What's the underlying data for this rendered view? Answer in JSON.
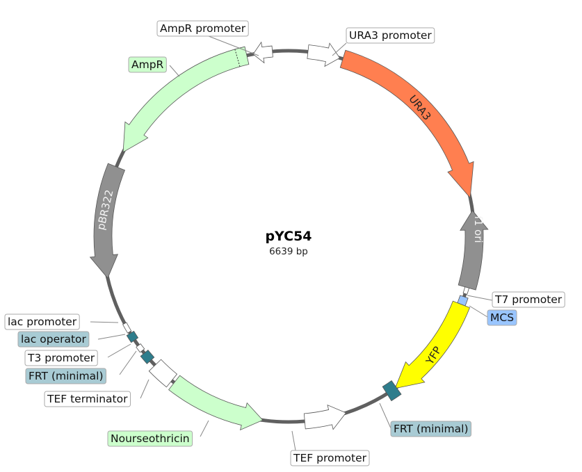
{
  "plasmid": {
    "name": "pYC54",
    "size_label": "6639 bp",
    "backbone_color": "#606060"
  },
  "colors": {
    "orange": "#ff7f50",
    "yellow": "#ffff00",
    "gray": "#909090",
    "white": "#ffffff",
    "light_green": "#ccffcc",
    "teal": "#2e7d8c",
    "light_blue": "#99c5ff",
    "label_green_bg": "#ccffcc",
    "label_teal_bg": "#a8cbd4",
    "label_blue_bg": "#99c5ff"
  },
  "features": [
    {
      "id": "ura3",
      "name": "URA3",
      "color": "#ff7f50",
      "inner_label": "URA3"
    },
    {
      "id": "f1ori",
      "name": "f1 ori",
      "color": "#909090",
      "inner_label": "f1 ori"
    },
    {
      "id": "mcs",
      "name": "MCS",
      "color": "#99c5ff"
    },
    {
      "id": "yfp",
      "name": "YFP",
      "color": "#ffff00",
      "inner_label": "YFP"
    },
    {
      "id": "frt1",
      "name": "FRT (minimal)",
      "color": "#2e7d8c"
    },
    {
      "id": "tefprom",
      "name": "TEF promoter",
      "color": "#ffffff"
    },
    {
      "id": "nat",
      "name": "Nourseothricin",
      "color": "#ccffcc"
    },
    {
      "id": "tefterm",
      "name": "TEF terminator",
      "color": "#ffffff"
    },
    {
      "id": "frt2",
      "name": "FRT (minimal)",
      "color": "#2e7d8c"
    },
    {
      "id": "t3",
      "name": "T3 promoter",
      "color": "#ffffff"
    },
    {
      "id": "lacop",
      "name": "lac operator",
      "color": "#2e7d8c"
    },
    {
      "id": "lacprom",
      "name": "lac promoter",
      "color": "#ffffff"
    },
    {
      "id": "pbr322",
      "name": "pBR322",
      "color": "#909090",
      "inner_label": "pBR322"
    },
    {
      "id": "ampr",
      "name": "AmpR",
      "color": "#ccffcc"
    },
    {
      "id": "ampprom",
      "name": "AmpR promoter",
      "color": "#ffffff"
    },
    {
      "id": "uraprom",
      "name": "URA3 promoter",
      "color": "#ffffff"
    },
    {
      "id": "t7",
      "name": "T7 promoter",
      "color": "#ffffff"
    }
  ],
  "labels": {
    "ampr_promoter": "AmpR promoter",
    "ura3_promoter": "URA3 promoter",
    "ampr": "AmpR",
    "t7_promoter": "T7 promoter",
    "mcs": "MCS",
    "lac_promoter": "lac promoter",
    "lac_operator": "lac operator",
    "t3_promoter": "T3 promoter",
    "frt_minimal_left": "FRT (minimal)",
    "tef_terminator": "TEF terminator",
    "frt_minimal_right": "FRT (minimal)",
    "nourseothricin": "Nourseothricin",
    "tef_promoter": "TEF promoter"
  }
}
